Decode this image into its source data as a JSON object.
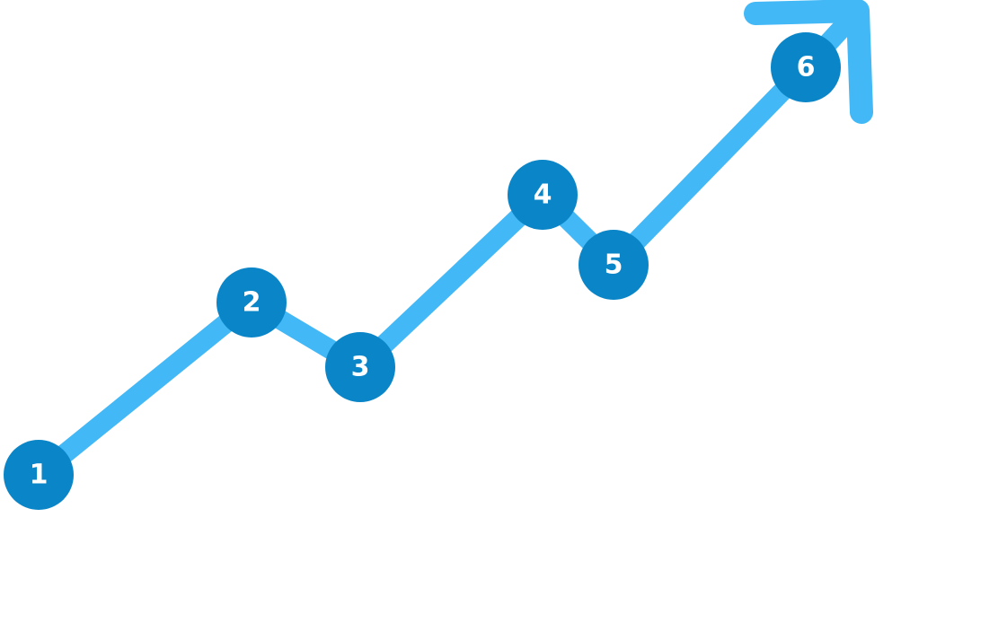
{
  "colors": {
    "path": "#42b8f6",
    "node": "#0a85c7",
    "label": "#ffffff",
    "background": "#ffffff"
  },
  "path": {
    "arrowhead": "arrow-icon"
  },
  "steps": [
    {
      "label": "1"
    },
    {
      "label": "2"
    },
    {
      "label": "3"
    },
    {
      "label": "4"
    },
    {
      "label": "5"
    },
    {
      "label": "6"
    }
  ]
}
